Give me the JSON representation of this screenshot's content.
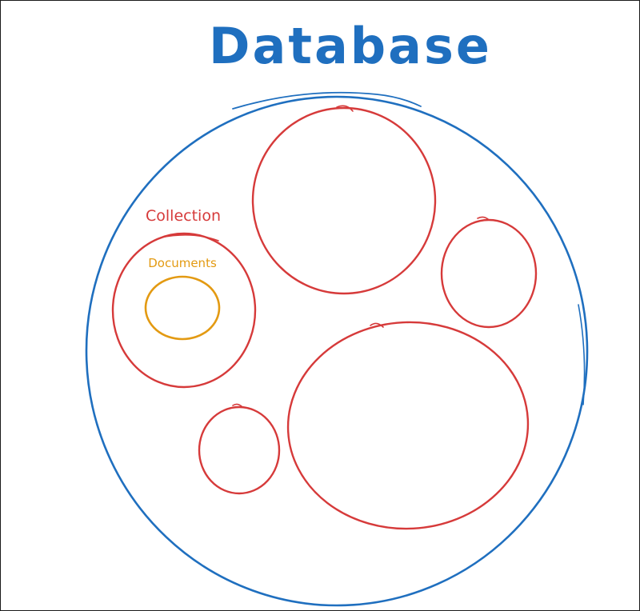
{
  "title": "Database",
  "labels": {
    "collection": "Collection",
    "documents": "Documents"
  },
  "colors": {
    "database": "#1f6fbf",
    "collection": "#d63a3a",
    "document": "#e39a12"
  }
}
